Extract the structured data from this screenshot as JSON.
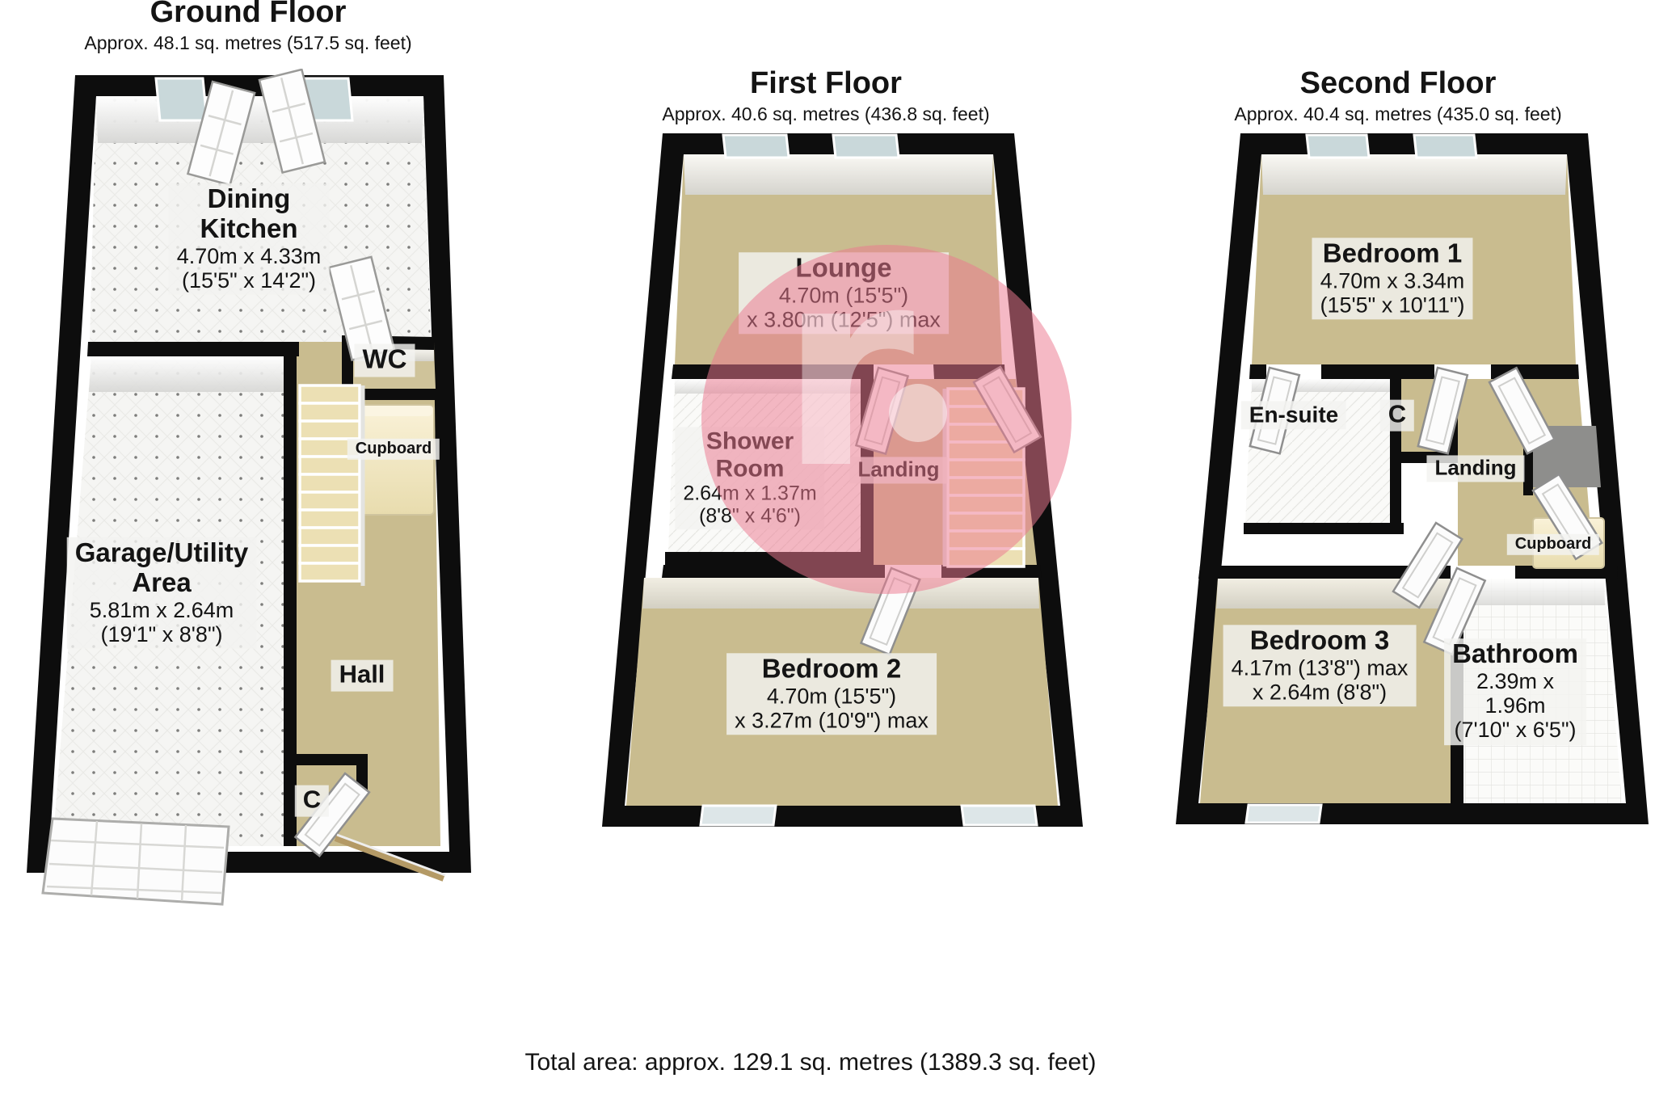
{
  "colors": {
    "wall": "#0d0d0d",
    "floor_tan": "#c9bc8f",
    "floor_tile_white": "#f5f5f3",
    "stairs_cream": "#ece0b4",
    "window_glass": "#c9d8da",
    "watermark_pink": "#eb7890",
    "cupboard_cream": "#f0e6bf"
  },
  "watermark": {
    "letter": "r"
  },
  "total_area": "Total area: approx. 129.1 sq. metres (1389.3 sq. feet)",
  "floors": [
    {
      "title": "Ground Floor",
      "subtitle": "Approx. 48.1 sq. metres (517.5 sq. feet)",
      "rooms": {
        "dining_kitchen": {
          "name": "Dining\nKitchen",
          "dims": "4.70m x 4.33m\n(15'5\" x 14'2\")"
        },
        "wc": {
          "name": "WC"
        },
        "cupboard": {
          "name": "Cupboard"
        },
        "garage": {
          "name": "Garage/Utility\nArea",
          "dims": "5.81m x 2.64m\n(19'1\" x 8'8\")"
        },
        "hall": {
          "name": "Hall"
        },
        "closet": {
          "name": "C"
        }
      }
    },
    {
      "title": "First Floor",
      "subtitle": "Approx. 40.6 sq. metres (436.8 sq. feet)",
      "rooms": {
        "lounge": {
          "name": "Lounge",
          "dims": "4.70m (15'5\")\nx 3.80m (12'5\") max"
        },
        "shower_room": {
          "name": "Shower\nRoom",
          "dims": "2.64m x 1.37m\n(8'8\" x 4'6\")"
        },
        "landing": {
          "name": "Landing"
        },
        "bedroom2": {
          "name": "Bedroom 2",
          "dims": "4.70m (15'5\")\nx 3.27m (10'9\") max"
        }
      }
    },
    {
      "title": "Second Floor",
      "subtitle": "Approx. 40.4 sq. metres (435.0 sq. feet)",
      "rooms": {
        "bedroom1": {
          "name": "Bedroom 1",
          "dims": "4.70m x 3.34m\n(15'5\" x 10'11\")"
        },
        "ensuite": {
          "name": "En-suite"
        },
        "closet": {
          "name": "C"
        },
        "landing": {
          "name": "Landing"
        },
        "cupboard": {
          "name": "Cupboard"
        },
        "bedroom3": {
          "name": "Bedroom 3",
          "dims": "4.17m (13'8\") max\nx 2.64m (8'8\")"
        },
        "bathroom": {
          "name": "Bathroom",
          "dims": "2.39m x 1.96m\n(7'10\" x 6'5\")"
        }
      }
    }
  ]
}
